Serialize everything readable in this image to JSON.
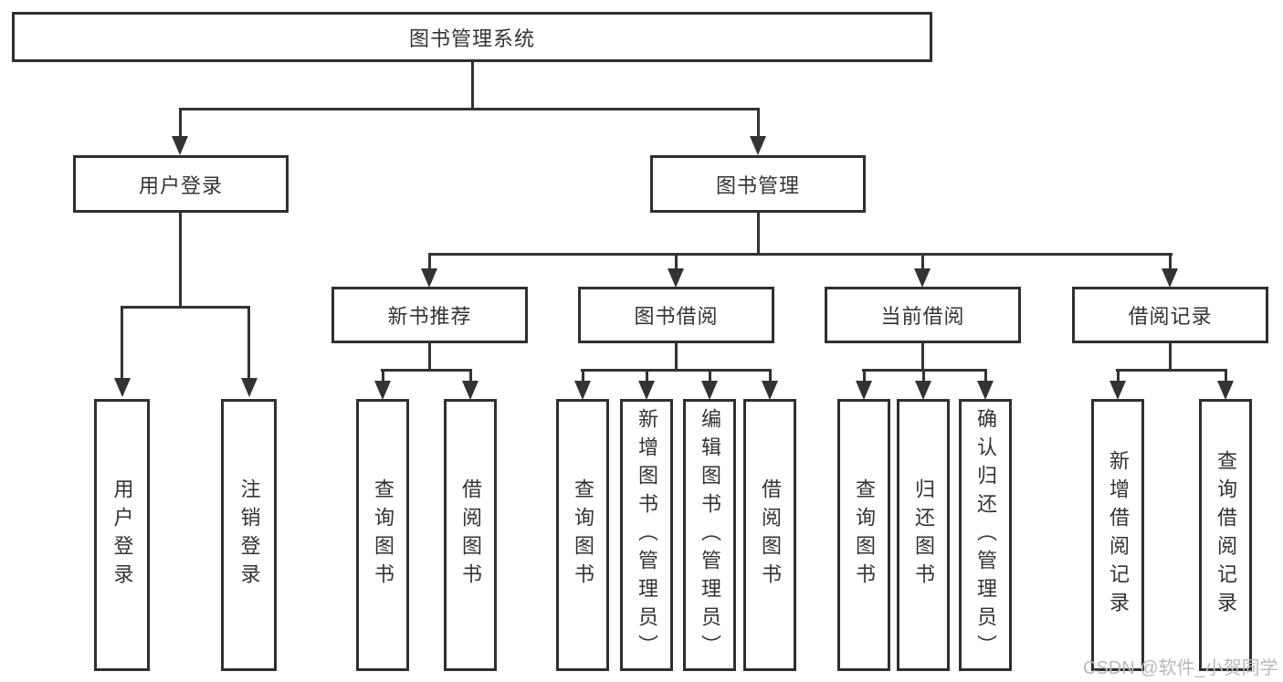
{
  "tree": {
    "label": "图书管理系统",
    "children": [
      {
        "label": "用户登录",
        "children": [
          {
            "label": "用户登录"
          },
          {
            "label": "注销登录"
          }
        ]
      },
      {
        "label": "图书管理",
        "children": [
          {
            "label": "新书推荐",
            "children": [
              {
                "label": "查询图书"
              },
              {
                "label": "借阅图书"
              }
            ]
          },
          {
            "label": "图书借阅",
            "children": [
              {
                "label": "查询图书"
              },
              {
                "label": "新增图书（管理员）"
              },
              {
                "label": "编辑图书（管理员）"
              },
              {
                "label": "借阅图书"
              }
            ]
          },
          {
            "label": "当前借阅",
            "children": [
              {
                "label": "查询图书"
              },
              {
                "label": "归还图书"
              },
              {
                "label": "确认归还（管理员）"
              }
            ]
          },
          {
            "label": "借阅记录",
            "children": [
              {
                "label": "新增借阅记录"
              },
              {
                "label": "查询借阅记录"
              }
            ]
          }
        ]
      }
    ]
  },
  "watermark": {
    "text": "CSDN @软件_小贺同学"
  },
  "colors": {
    "line": "#333333",
    "border": "#2f2f2f",
    "text": "#333333",
    "background": "#ffffff",
    "watermark_gray": "#b9b9b9"
  }
}
